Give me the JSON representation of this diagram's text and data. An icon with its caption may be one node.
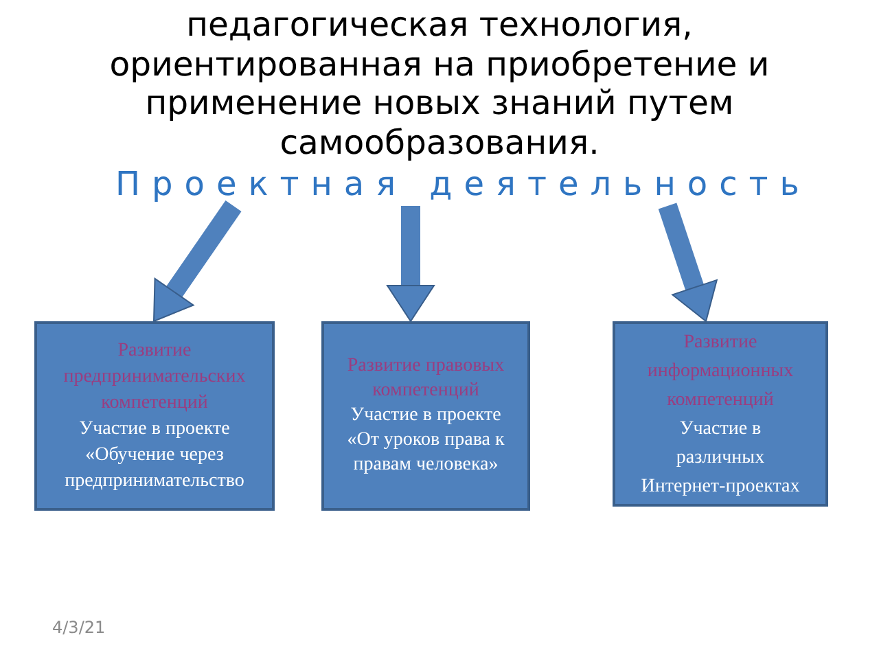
{
  "diagram": {
    "title": "педагогическая технология, ориентированная на приобретение и применение новых знаний путем самообразования.",
    "nodes": [
      {
        "text": [
          "Проектная деятельность"
        ]
      },
      {
        "text": [
          "Развитие предпринимательских компетенций",
          "Участие в проекте «Обучение через предпринимательство"
        ]
      },
      {
        "text": [
          "Развитие правовых компетенций",
          "Участие в проекте «От уроков права к правам человека»"
        ]
      },
      {
        "text": [
          "Развитие информационных компетенций",
          "Участие в различных Интернет-проектах"
        ]
      }
    ],
    "edges": [
      {
        "from": 0,
        "to": 1,
        "arrow": "to"
      },
      {
        "from": 0,
        "to": 2,
        "arrow": "to"
      },
      {
        "from": 0,
        "to": 3,
        "arrow": "to"
      }
    ],
    "labels": [
      "4/3/21"
    ]
  }
}
